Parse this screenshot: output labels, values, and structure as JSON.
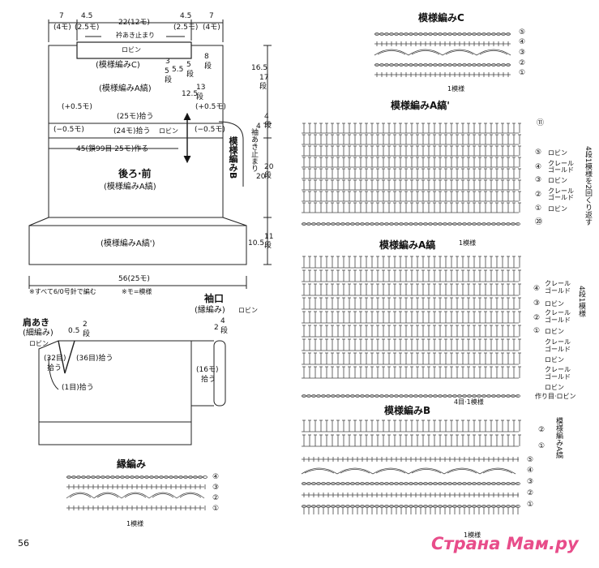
{
  "page_number": "56",
  "watermark": "Страна Мам.ру",
  "schematic": {
    "top_dims": [
      "7",
      "(4モ)",
      "4.5",
      "(2.5モ)",
      "22(12モ)",
      "4.5",
      "(2.5モ)",
      "7",
      "(4モ)"
    ],
    "collar_stop": "衿あき止まり",
    "robin1": "ロビン",
    "pattern_c": "(模様編みC)",
    "c_right": [
      "3",
      "5",
      "段",
      "5.5",
      "5",
      "段",
      "8",
      "段"
    ],
    "pattern_a": "(模様編みA縞)",
    "a_right": [
      "12.5",
      "13",
      "段"
    ],
    "plus_left": "(+0.5モ)",
    "plus_right": "(+0.5モ)",
    "pickup25": "(25モ)拾う",
    "minus_left": "(−0.5モ)",
    "pickup24": "(24モ)拾う",
    "robin2": "ロビン",
    "minus_right": "(−0.5モ)",
    "make45": "45(鎖99目·25モ)作る",
    "back_front": "後ろ·前",
    "pattern_a2": "(模様編みA縞)",
    "pattern_b_vert": "模様編みB",
    "sleeve_stop": "袖あき止まり",
    "pattern_a_prime": "(模様編みA縞')",
    "right_dims": [
      "16.5",
      "17",
      "段",
      "4",
      "4",
      "段",
      "20",
      "20",
      "段",
      "10.5",
      "11",
      "段"
    ],
    "bottom_dim": "56(25モ)",
    "note1": "※すべて6/0号針で編む",
    "note2": "※モ=模様"
  },
  "shoulder": {
    "title": "肩あき",
    "sub": "(細編み)",
    "robin": "ロビン",
    "dim": "0.5",
    "rows": [
      "2",
      "段"
    ],
    "p32": "(32目)",
    "p32b": "拾う",
    "p36": "(36目)拾う",
    "p1": "(1目)拾う"
  },
  "cuff": {
    "title": "袖口",
    "sub": "(縁編み)",
    "robin": "ロビン",
    "dim": "2",
    "rows": [
      "4",
      "段"
    ],
    "pick": "(16モ)",
    "pick2": "拾う"
  },
  "edging": {
    "title": "縁編み",
    "rows": [
      "④",
      "③",
      "②",
      "①"
    ],
    "repeat": "1模様"
  },
  "pattern_c_chart": {
    "title": "模様編みC",
    "rows": [
      "⑤",
      "④",
      "③",
      "②",
      "①"
    ],
    "repeat": "1模様"
  },
  "pattern_a_prime_chart": {
    "title": "模様編みA縞'",
    "top_row": "⑪",
    "rows": [
      {
        "n": "⑤",
        "c": "ロビン"
      },
      {
        "n": "④",
        "c": "クレール\nゴールド"
      },
      {
        "n": "③",
        "c": "ロビン"
      },
      {
        "n": "②",
        "c": "クレール\nゴールド"
      },
      {
        "n": "①",
        "c": "ロビン"
      }
    ],
    "bottom_row": "⑳",
    "side_note": "4段1模様を2回くり返す",
    "repeat": "1模様"
  },
  "pattern_a_chart": {
    "title": "模様編みA縞",
    "rows": [
      {
        "n": "④",
        "c": "クレール ゴールド"
      },
      {
        "n": "③",
        "c": "ロビン"
      },
      {
        "n": "②",
        "c": "クレール ゴールド"
      },
      {
        "n": "①",
        "c": "ロビン"
      },
      {
        "n": "",
        "c": "クレール ゴールド"
      },
      {
        "n": "",
        "c": "ロビン"
      },
      {
        "n": "",
        "c": "クレール ゴールド"
      },
      {
        "n": "",
        "c": "ロビン"
      }
    ],
    "side_note": "4段1模様",
    "bottom": "作り目·ロビン",
    "repeat": "4目·1模様"
  },
  "pattern_b_chart": {
    "title": "模様編みB",
    "rows": [
      "②",
      "①",
      "⑤",
      "④",
      "③",
      "②",
      "①"
    ],
    "side_note": "模様編みA縞",
    "repeat": "1模様"
  }
}
